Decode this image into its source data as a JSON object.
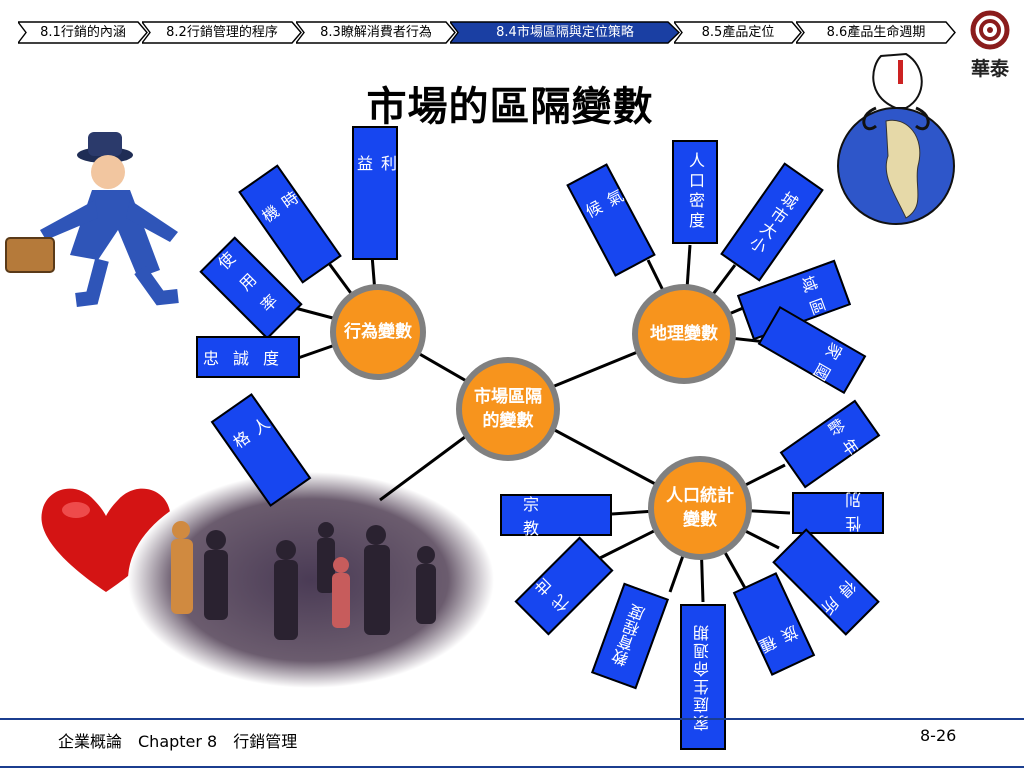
{
  "nav": {
    "tabs": [
      {
        "label": "8.1行銷的內涵"
      },
      {
        "label": "8.2行銷管理的程序"
      },
      {
        "label": "8.3瞭解消費者行為"
      },
      {
        "label": "8.4市場區隔與定位策略"
      },
      {
        "label": "8.5產品定位"
      },
      {
        "label": "8.6產品生命週期"
      }
    ]
  },
  "logo": {
    "text": "華泰"
  },
  "title": "市場的區隔變數",
  "hubs": {
    "center": "市場區隔的變數",
    "behavior": "行為變數",
    "geo": "地理變數",
    "demo": "人口統計變數"
  },
  "boxes": {
    "profit": "利益",
    "timing": "時機",
    "usage": "使用率",
    "loyalty": "忠誠度",
    "personality": "人格",
    "climate": "氣候",
    "density": "人口密度",
    "city": "城市大小",
    "region": "區域",
    "country": "國家",
    "age": "年齡",
    "gender": "性別",
    "religion": "宗教",
    "income": "所得",
    "race": "種族",
    "lifecycle": "家庭生命週期",
    "education": "教育程度",
    "generation": "世代"
  },
  "footer": {
    "left": "企業概論　Chapter 8　行銷管理",
    "page": "8-26"
  }
}
